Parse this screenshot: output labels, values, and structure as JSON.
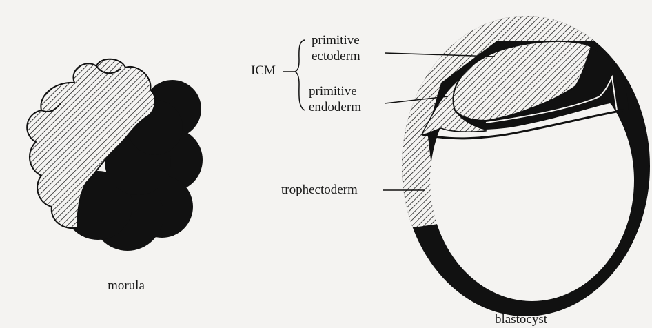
{
  "colors": {
    "background": "#f4f3f1",
    "ink": "#111111",
    "hatch": "#1a1a1a"
  },
  "morula": {
    "label": "morula"
  },
  "blastocyst": {
    "label": "blastocyst",
    "icm_label": "ICM",
    "primitive_ectoderm": {
      "line1": "primitive",
      "line2": "ectoderm"
    },
    "primitive_endoderm": {
      "line1": "primitive",
      "line2": "endoderm"
    },
    "trophectoderm": "trophectoderm"
  }
}
